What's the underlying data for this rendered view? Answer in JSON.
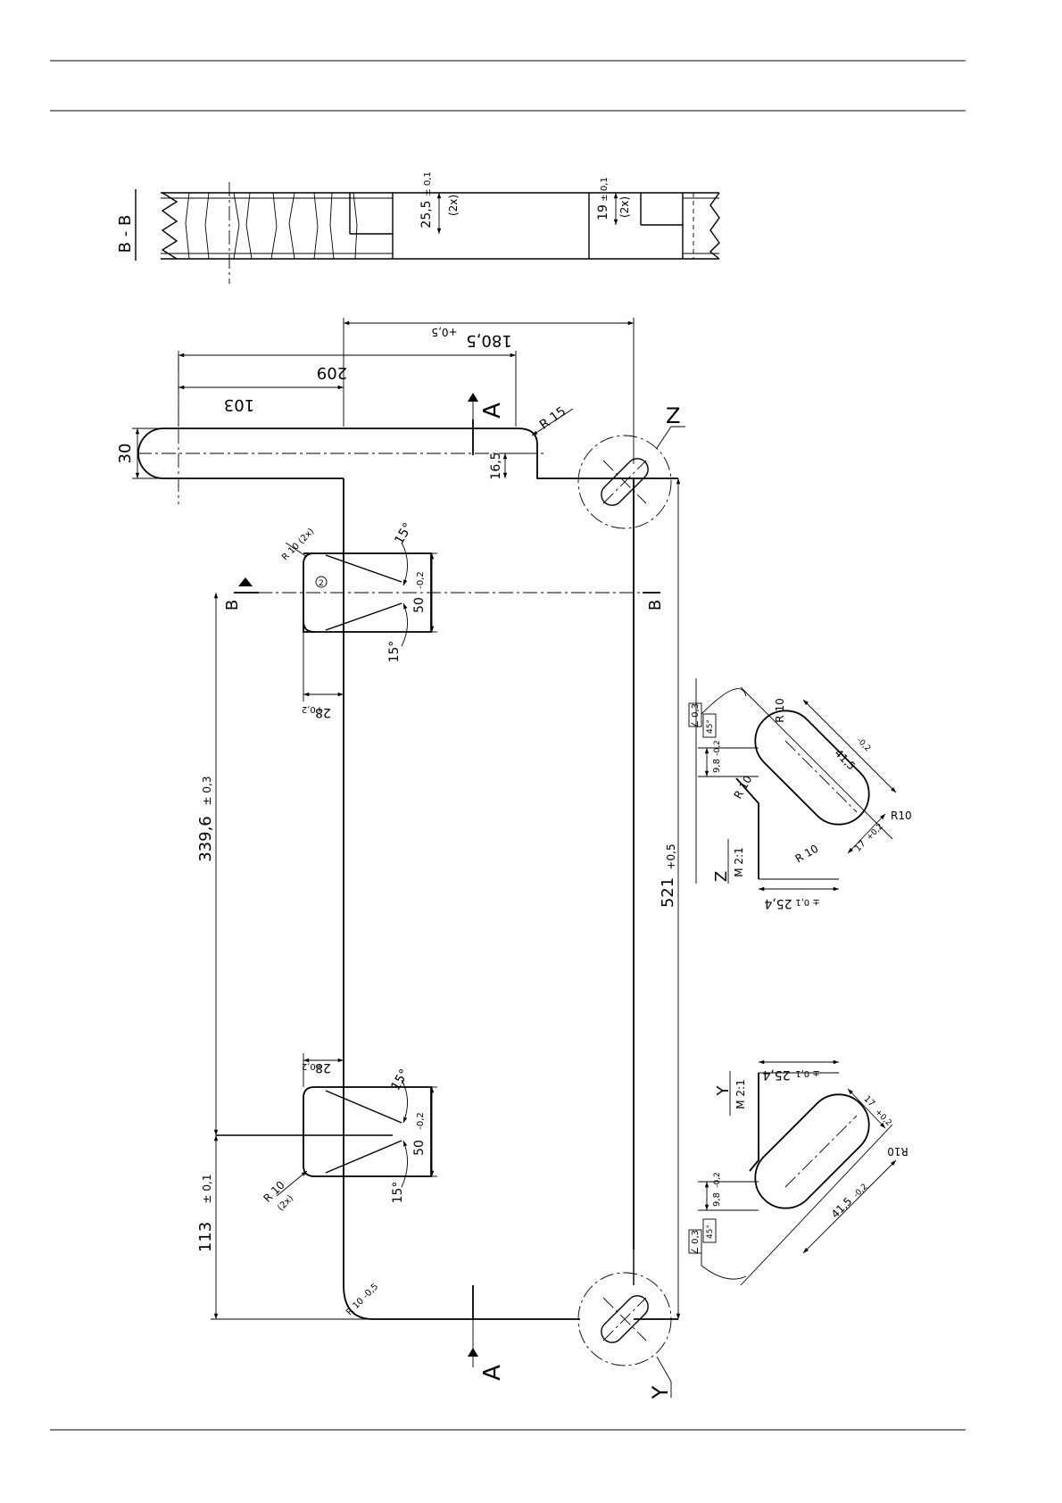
{
  "section_bb": {
    "label": "B - B",
    "dim_25_5": "25,5",
    "tol_25_5": "± 0,1",
    "count_2x_a": "(2x)",
    "dim_19": "19",
    "tol_19": "± 0,1",
    "count_2x_b": "(2x)"
  },
  "main": {
    "dim_180_5": "180,5",
    "tol_180_5": "+0,5",
    "dim_209": "209",
    "dim_103": "103",
    "dim_30": "30",
    "dim_16_5": "16,5",
    "radius_15": "R 15",
    "radius_top_small": "R 10 (2x)",
    "angle_15_a": "15°",
    "angle_15_b": "15°",
    "dim_50_top": "50",
    "tol_50_top": "-0,2",
    "circle_num": "2",
    "dim_28_top": "28",
    "tol_28_top": "+0,2",
    "dim_339_6": "339,6",
    "tol_339_6": "± 0,3",
    "dim_521": "521",
    "tol_521": "+0,5",
    "dim_28_bot": "28",
    "tol_28_bot": "+0,2",
    "angle_15_c": "15°",
    "angle_15_d": "15°",
    "dim_50_bot": "50",
    "tol_50_bot": "-0,2",
    "radius_10_2x": "R 10",
    "count_2x": "(2x)",
    "dim_113": "113",
    "tol_113": "± 0,1",
    "radius_corner": "R 10 -0,5",
    "section_a": "A",
    "section_b": "B",
    "detail_z": "Z",
    "detail_y": "Y"
  },
  "detail_z": {
    "label": "Z",
    "scale": "M 2:1",
    "frame_1": "∠ 0,3",
    "frame_2": "45°",
    "r10_a": "R 10",
    "r10_b": "R 10",
    "r10_c": "R 10",
    "r10_d": "R10",
    "dim_9_8": "9,8",
    "tol_9_8": "-0,2",
    "dim_41_5": "41,5",
    "tol_41_5": "-0,2",
    "dim_17": "17",
    "tol_17": "+0,2",
    "dim_25_4": "25,4",
    "tol_25_4": "± 0,1"
  },
  "detail_y": {
    "label": "Y",
    "scale": "M 2:1",
    "frame_1": "∠ 0,3",
    "frame_2": "45°",
    "r10": "R10",
    "dim_9_8": "9,8",
    "tol_9_8": "-0,2",
    "dim_41_5": "41,5",
    "tol_41_5": "-0,2",
    "dim_17": "17",
    "tol_17": "+0,2",
    "dim_25_4": "25,4",
    "tol_25_4": "± 0,1"
  }
}
